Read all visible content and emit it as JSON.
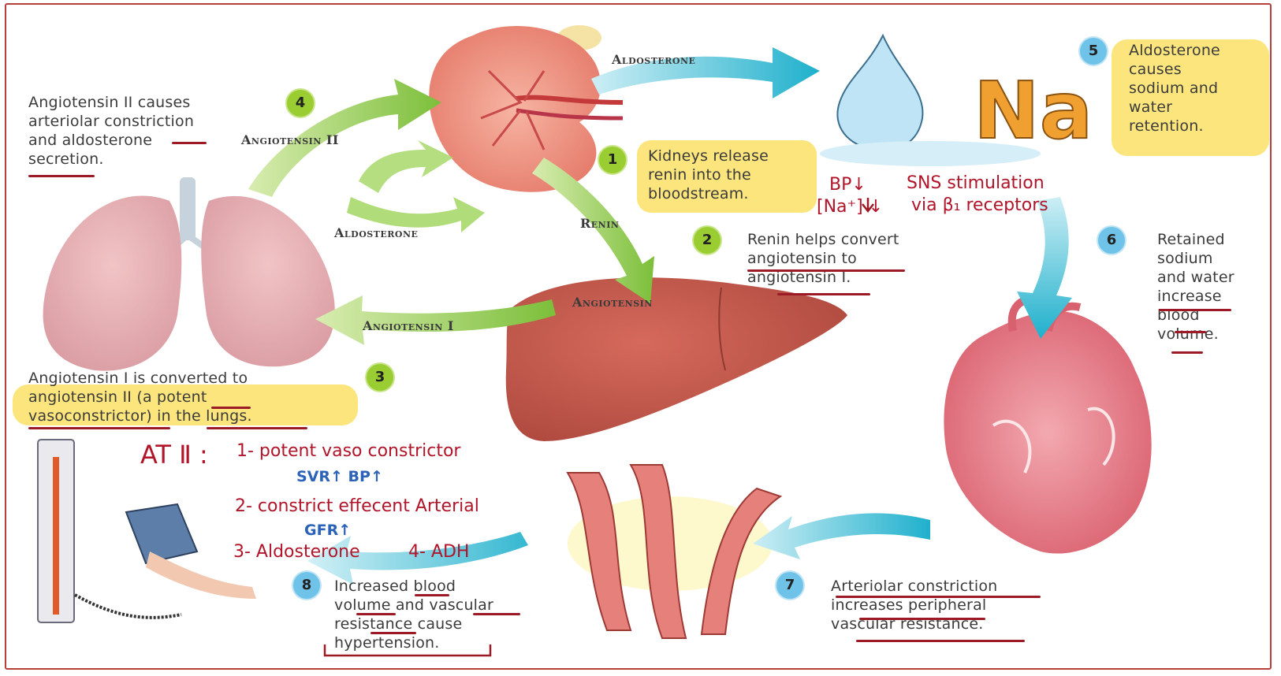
{
  "steps": [
    {
      "num": "1",
      "text": "Kidneys release\nrenin into the\nbloodstream."
    },
    {
      "num": "2",
      "text": "Renin helps convert\nangiotensin to\nangiotensin I."
    },
    {
      "num": "3",
      "text": "Angiotensin I is converted to\nangiotensin II (a potent\nvasoconstrictor) in the lungs."
    },
    {
      "num": "4",
      "text": "Angiotensin II causes\narteriolar constriction\nand aldosterone\nsecretion."
    },
    {
      "num": "5",
      "text": "Aldosterone\ncauses\nsodium and\nwater\nretention."
    },
    {
      "num": "6",
      "text": "Retained\nsodium\nand water\nincrease\nblood\nvolume."
    },
    {
      "num": "7",
      "text": "Arteriolar constriction\nincreases peripheral\nvascular resistance."
    },
    {
      "num": "8",
      "text": "Increased blood\nvolume and vascular\nresistance cause\nhypertension."
    }
  ],
  "labels": {
    "aldosterone_top": "Aldosterone",
    "angiotensin_ii": "Angiotensin II",
    "aldosterone_left": "Aldosterone",
    "renin": "Renin",
    "angiotensin": "Angiotensin",
    "angiotensin_i": "Angiotensin I",
    "sodium_symbol": "Na"
  },
  "annotations": {
    "bp_down": "BP↓",
    "na_down": "[Na⁺] ↓",
    "sns": "SNS stimulation",
    "via_b1": "via β₁ receptors",
    "at2_title": "AT Ⅱ :",
    "at2_1": "1- potent vaso constrictor",
    "svr_bp": "SVR↑   BP↑",
    "at2_2": "2- constrict effecent Arterial",
    "gfr": "GFR↑",
    "at2_3": "3- Aldosterone",
    "at2_4": "4- ADH"
  },
  "colors": {
    "green_arrow": "#8cc63f",
    "blue_arrow": "#29b6d0",
    "highlight": "#fbe57c",
    "ink_red": "#b0152a",
    "ink_blue": "#2c63b8"
  }
}
